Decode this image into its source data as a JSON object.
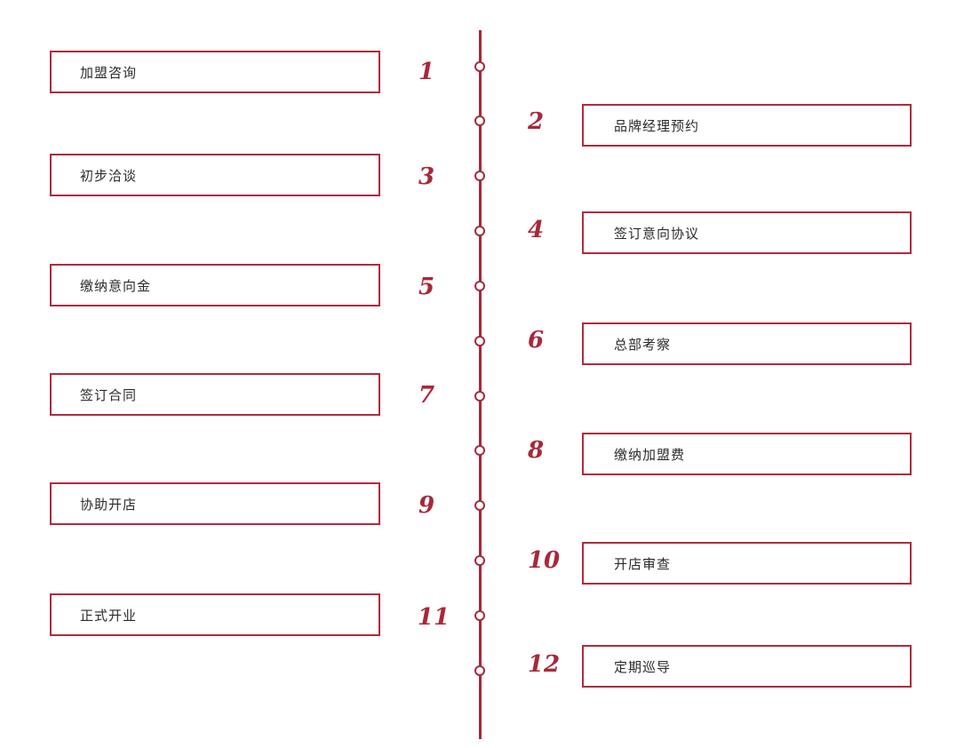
{
  "diagram": {
    "type": "vertical-timeline",
    "accent_color": "#a8283a",
    "steps": [
      {
        "number": "1",
        "label": "加盟咨询",
        "side": "left"
      },
      {
        "number": "2",
        "label": "品牌经理预约",
        "side": "right"
      },
      {
        "number": "3",
        "label": "初步洽谈",
        "side": "left"
      },
      {
        "number": "4",
        "label": "签订意向协议",
        "side": "right"
      },
      {
        "number": "5",
        "label": "缴纳意向金",
        "side": "left"
      },
      {
        "number": "6",
        "label": "总部考察",
        "side": "right"
      },
      {
        "number": "7",
        "label": "签订合同",
        "side": "left"
      },
      {
        "number": "8",
        "label": "缴纳加盟费",
        "side": "right"
      },
      {
        "number": "9",
        "label": "协助开店",
        "side": "left"
      },
      {
        "number": "10",
        "label": "开店审查",
        "side": "right"
      },
      {
        "number": "11",
        "label": "正式开业",
        "side": "left"
      },
      {
        "number": "12",
        "label": "定期巡导",
        "side": "right"
      }
    ]
  }
}
